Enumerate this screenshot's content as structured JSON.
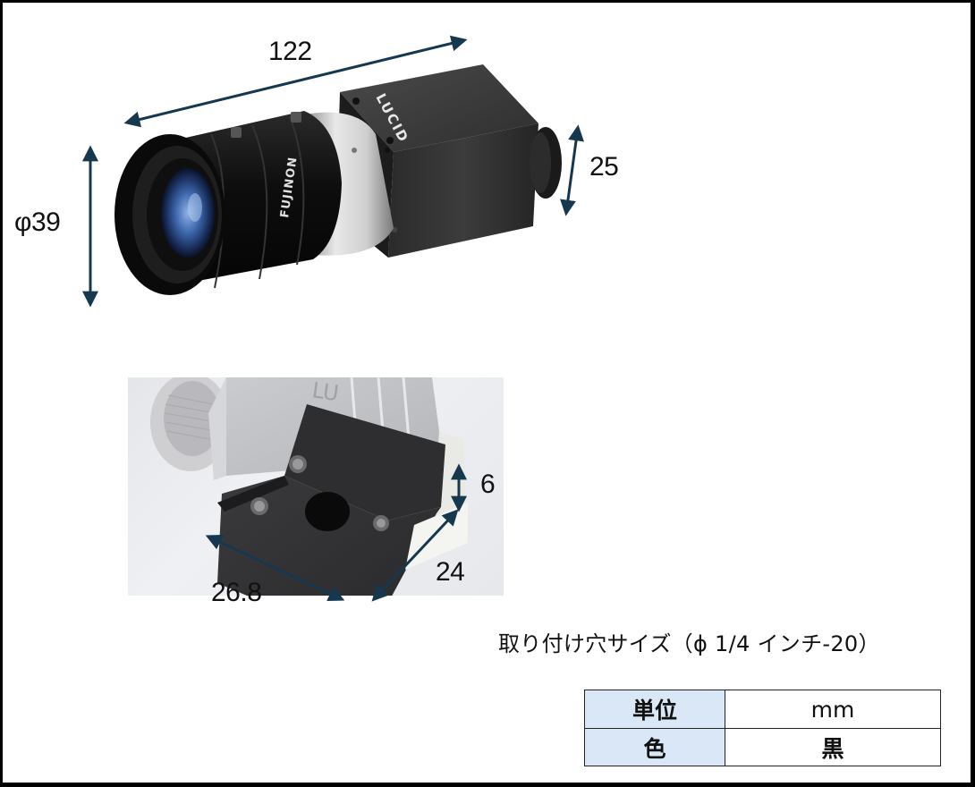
{
  "figure": {
    "type": "product-dimension-diagram",
    "unit": "mm",
    "top_view": {
      "product": "camera body with lens",
      "lens_brand_text": "FUJINON",
      "camera_brand_text": "LUCID",
      "dimensions": {
        "length": "122",
        "lens_diameter": "φ39",
        "body_height": "25"
      }
    },
    "bottom_view": {
      "product": "tripod mount plate",
      "dimensions": {
        "plate_width": "26.8",
        "plate_thickness": "6",
        "plate_depth": "24"
      }
    },
    "caption": "取り付け穴サイズ（ϕ 1/4 インチ-20）",
    "arrow_color": "#16384f",
    "table_header_color": "#dae7f6"
  },
  "spec_table": {
    "rows": [
      {
        "key": "単位",
        "value": "mm"
      },
      {
        "key": "色",
        "value": "黒"
      }
    ]
  }
}
